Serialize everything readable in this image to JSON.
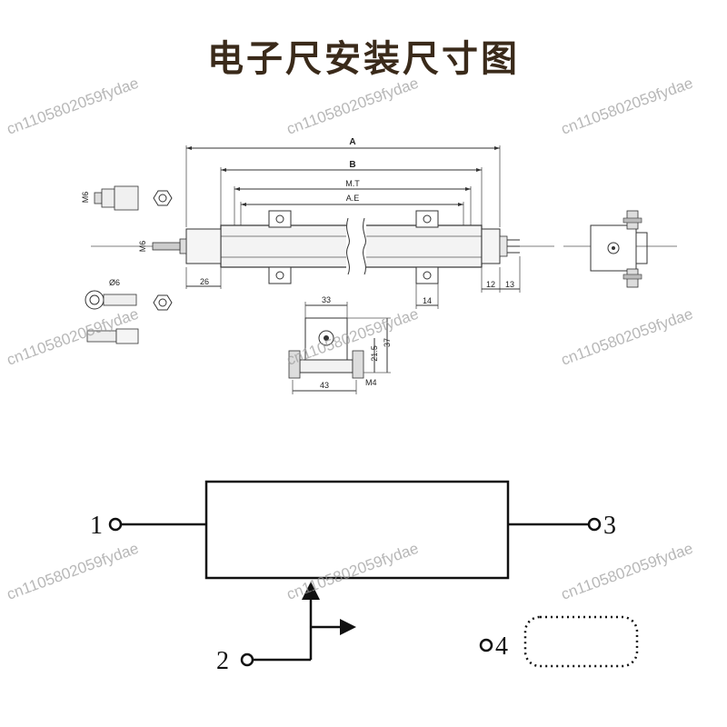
{
  "title": "电子尺安装尺寸图",
  "watermark": "cn1105802059fydae",
  "dimensions": {
    "A": "A",
    "B": "B",
    "MT": "M.T",
    "AE": "A.E",
    "M6_top": "M6",
    "M6_shaft": "M6",
    "d6": "Ø6",
    "d26": "26",
    "d14": "14",
    "d12": "12",
    "d13": "13",
    "d33": "33",
    "d43": "43",
    "d37": "37",
    "d21_5": "21.5",
    "M4": "M4"
  },
  "schematic": {
    "terminal_1": "1",
    "terminal_2": "2",
    "terminal_3": "3",
    "terminal_4": "4"
  }
}
